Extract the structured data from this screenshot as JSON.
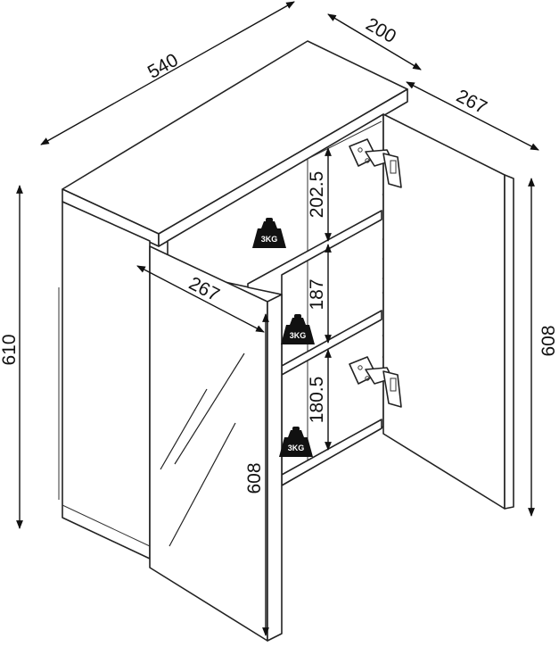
{
  "dimensions": {
    "total_width": "540",
    "depth": "200",
    "door_width_right": "267",
    "door_width_left": "267",
    "total_height": "610",
    "door_height_right": "608",
    "door_height_left": "608",
    "shelf_spacing_top": "202.5",
    "shelf_spacing_middle": "187",
    "shelf_spacing_bottom": "180.5"
  },
  "load_labels": [
    "3KG",
    "3KG",
    "3KG"
  ],
  "colors": {
    "line": "#222222",
    "background": "#ffffff",
    "weight_icon": "#111111"
  }
}
